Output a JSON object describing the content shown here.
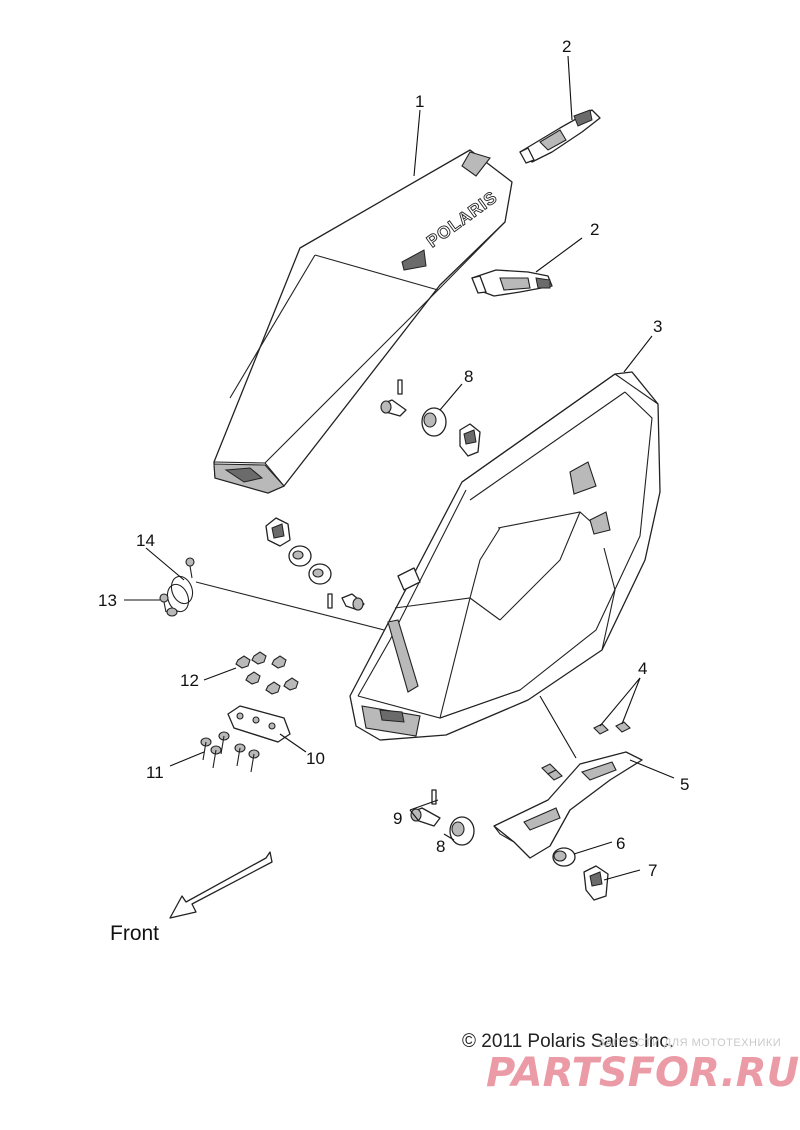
{
  "callouts": [
    {
      "id": "c1",
      "text": "1"
    },
    {
      "id": "c2a",
      "text": "2"
    },
    {
      "id": "c2b",
      "text": "2"
    },
    {
      "id": "c3",
      "text": "3"
    },
    {
      "id": "c4",
      "text": "4"
    },
    {
      "id": "c5",
      "text": "5"
    },
    {
      "id": "c6",
      "text": "6"
    },
    {
      "id": "c7",
      "text": "7"
    },
    {
      "id": "c8a",
      "text": "8"
    },
    {
      "id": "c8b",
      "text": "8"
    },
    {
      "id": "c9",
      "text": "9"
    },
    {
      "id": "c10",
      "text": "10"
    },
    {
      "id": "c11",
      "text": "11"
    },
    {
      "id": "c12",
      "text": "12"
    },
    {
      "id": "c13",
      "text": "13"
    },
    {
      "id": "c14",
      "text": "14"
    }
  ],
  "labels": {
    "front": "Front",
    "copyright": "© 2011 Polaris Sales Inc.",
    "lid_logo": "POLARIS"
  },
  "watermark": {
    "tagline": "ЗАПЧАСТИ ДЛЯ МОТОТЕХНИКИ",
    "brand": "PARTSFOR.RU",
    "color": "#e88a96"
  }
}
